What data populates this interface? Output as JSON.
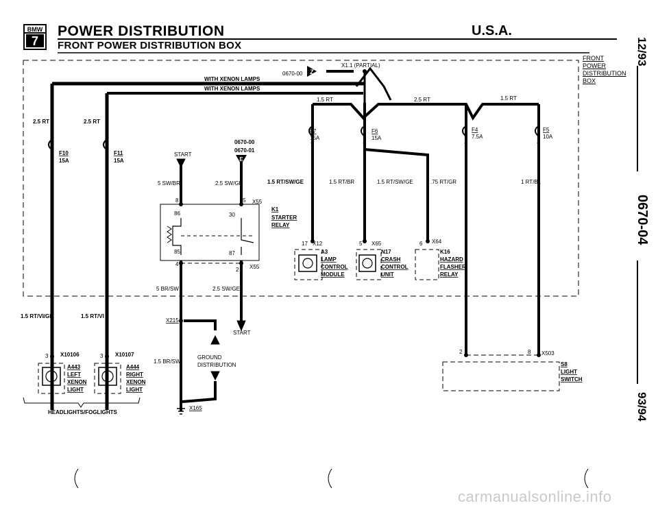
{
  "header": {
    "title": "POWER DISTRIBUTION",
    "subtitle": "FRONT POWER DISTRIBUTION BOX",
    "region": "U.S.A.",
    "logo_text": "BMW",
    "logo_series": "7"
  },
  "side_reference": {
    "line1": "FRONT",
    "line2": "POWER",
    "line3": "DISTRIBUTION",
    "line4": "BOX"
  },
  "margin": {
    "date": "12/93",
    "page": "0670-04",
    "years": "93/94"
  },
  "watermark": "carmanualsonline.info",
  "components": {
    "x1_1": "X1.1 (PARTIAL)",
    "ref_0670_00_top": "0670-00",
    "ref_z": "Z",
    "xenon_1": "WITH XENON LAMPS",
    "xenon_2": "WITH XENON LAMPS",
    "start_top": "START",
    "ref_0670_00": "0670-00",
    "ref_0670_01": "0670-01",
    "ref_e": "E",
    "f10": "F10",
    "f10_amp": "15A",
    "f11": "F11",
    "f11_amp": "15A",
    "f7": "F7",
    "f7_amp": "15A",
    "f6": "F6",
    "f6_amp": "15A",
    "f4": "F4",
    "f4_amp": "7.5A",
    "f5": "F5",
    "f5_amp": "10A",
    "k1": "K1",
    "k1_l1": "STARTER",
    "k1_l2": "RELAY",
    "x55": "X55",
    "x55b": "X55",
    "pin8": "8",
    "pin5": "5",
    "pin86": "86",
    "pin30": "30",
    "pin85": "85",
    "pin87": "87",
    "pin4": "4",
    "pin2": "2",
    "x12": "X12",
    "x12_pin": "17",
    "a3": "A3",
    "a3_l1": "LAMP",
    "a3_l2": "CONTROL",
    "a3_l3": "MODULE",
    "x65": "X65",
    "x65_pin": "5",
    "n17": "N17",
    "n17_l1": "CRASH",
    "n17_l2": "CONTROL",
    "n17_l3": "UNIT",
    "x64": "X64",
    "x64_pin": "6",
    "k16": "K16",
    "k16_l1": "HAZARD",
    "k16_l2": "FLASHER",
    "k16_l3": "RELAY",
    "x10106": "X10106",
    "x10106_pin": "3",
    "a443": "A443",
    "a443_l1": "LEFT",
    "a443_l2": "XENON",
    "a443_l3": "LIGHT",
    "x10107": "X10107",
    "x10107_pin": "3",
    "a444": "A444",
    "a444_l1": "RIGHT",
    "a444_l2": "XENON",
    "a444_l3": "LIGHT",
    "headlights": "HEADLIGHTS/FOGLIGHTS",
    "x215": "X215",
    "ground_1": "GROUND",
    "ground_2": "DISTRIBUTION",
    "x165": "X165",
    "start_bottom": "START",
    "x503": "X503",
    "x503_pin_a": "2",
    "x503_pin_b": "8",
    "s8": "S8",
    "s8_l1": "LIGHT",
    "s8_l2": "SWITCH"
  },
  "wires": {
    "w_2_5rt_a": "2.5 RT",
    "w_2_5rt_b": "2.5 RT",
    "w_1_5rt_a": "1.5 RT",
    "w_2_5rt_c": "2.5 RT",
    "w_1_5rt_b": "1.5 RT",
    "w_5swbr": "5 SW/BR",
    "w_2_5swge_a": "2.5 SW/GE",
    "w_1_5rtswge_a": "1.5 RT/SW/GE",
    "w_1_5rtbr": "1.5 RT/BR",
    "w_1_5rtswge_b": "1.5 RT/SW/GE",
    "w_75rtgr": ".75 RT/GR",
    "w_1rtbl": "1 RT/BL",
    "w_5brsw": "5 BR/SW",
    "w_2_5swge_b": "2.5 SW/GE",
    "w_1_5rtvige": "1.5 RT/VI/GE",
    "w_1_5rtvi": "1.5 RT/VI",
    "w_1_5brsw": "1.5 BR/SW"
  }
}
